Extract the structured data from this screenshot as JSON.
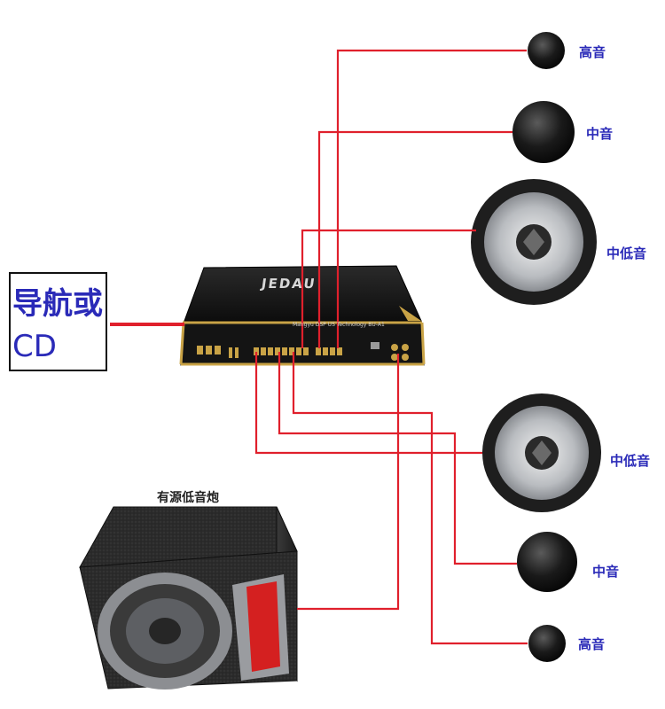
{
  "source": {
    "line1": "导航或",
    "line2": "CD"
  },
  "amplifier": {
    "brand": "JEDAU",
    "subtitle": "Mangyu DSP  US Technology  BU-A1"
  },
  "subwoofer": {
    "label": "有源低音炮"
  },
  "speakers": [
    {
      "label": "高音"
    },
    {
      "label": "中音"
    },
    {
      "label": "中低音"
    },
    {
      "label": "中低音"
    },
    {
      "label": "中音"
    },
    {
      "label": "高音"
    }
  ],
  "colors": {
    "wire": "#e0202c",
    "label": "#2a2ab8",
    "amp_body": "#1b1b1b",
    "amp_gold": "#c9a346"
  }
}
